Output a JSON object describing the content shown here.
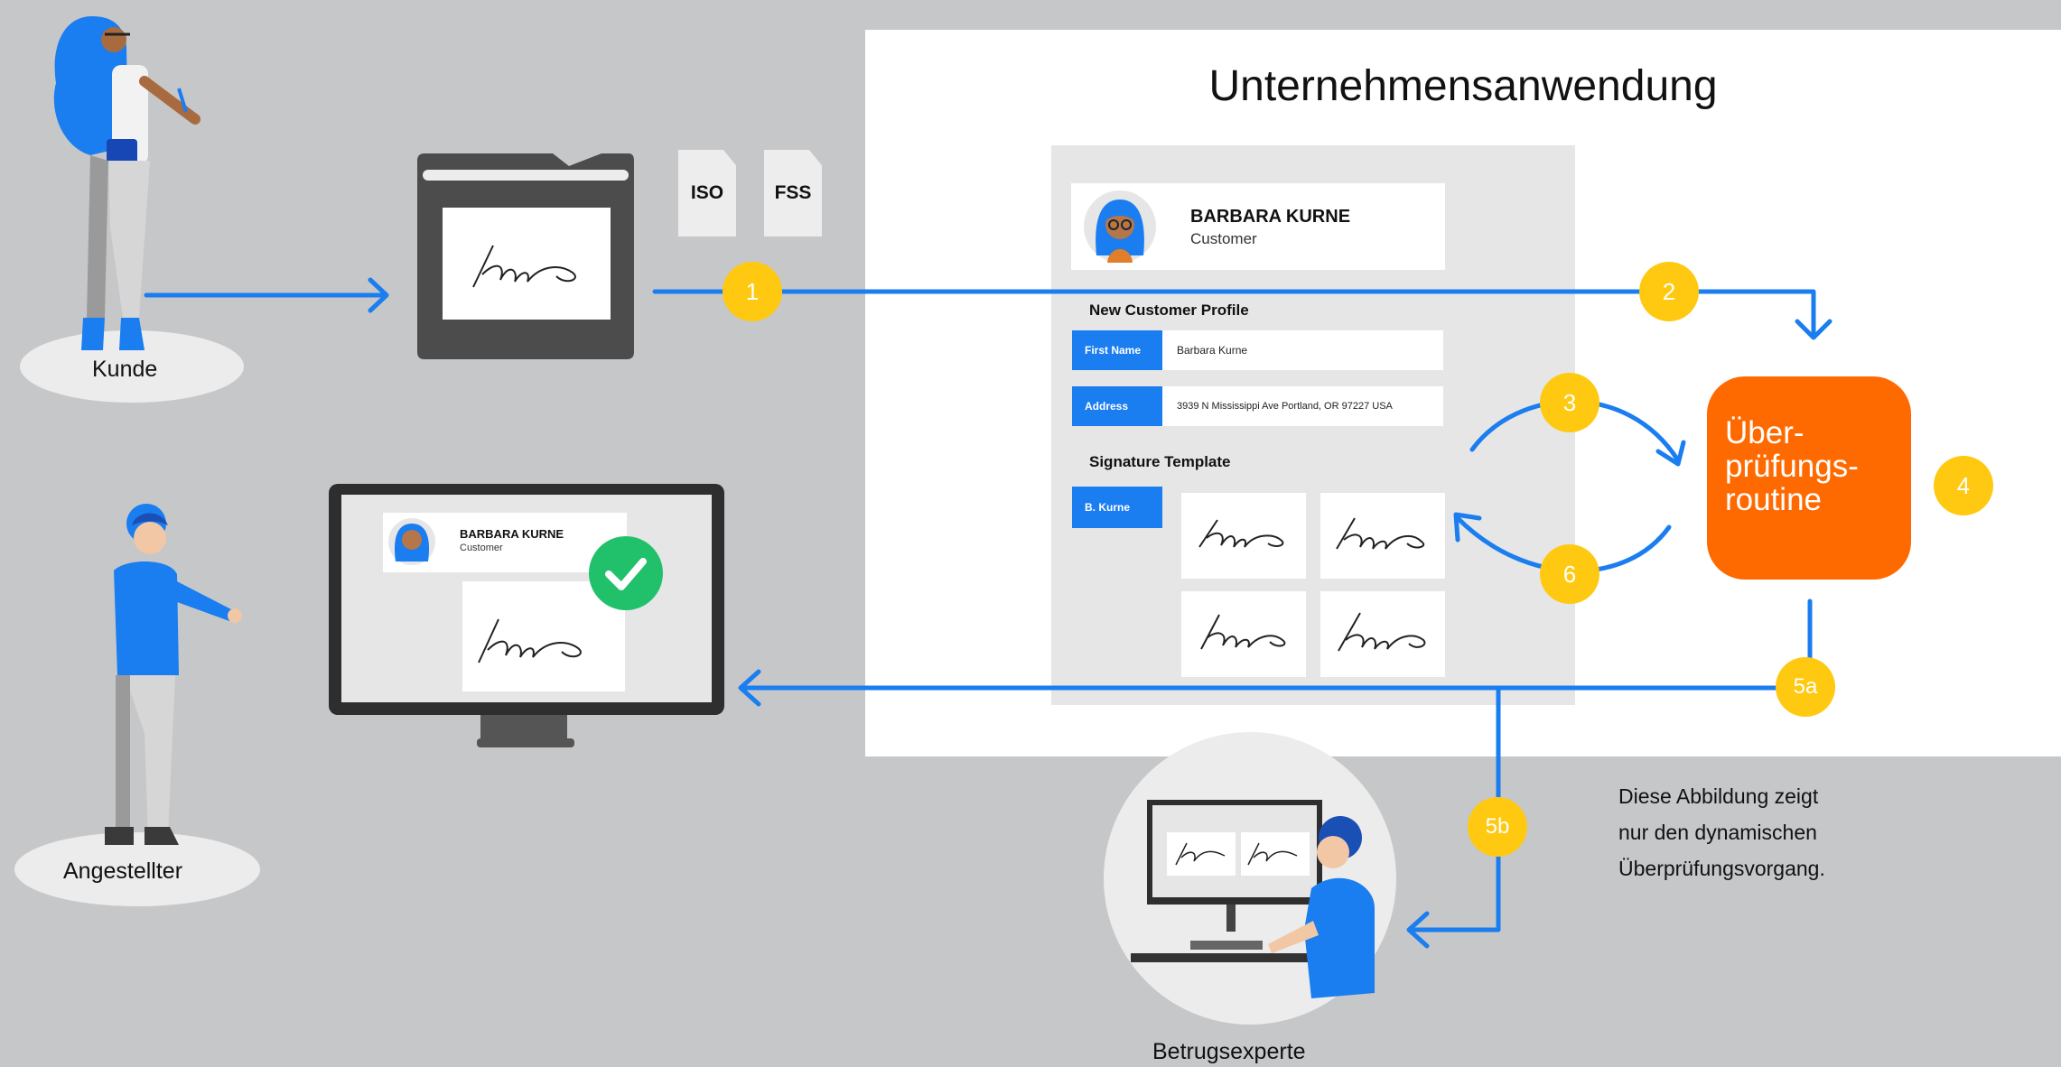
{
  "diagram": {
    "app_title": "Unternehmensanwendung",
    "documents": [
      "ISO",
      "FSS"
    ],
    "customer_label": "Kunde",
    "employee_label": "Angestellter",
    "expert_label": "Betrugsexperte",
    "profile": {
      "name": "BARBARA KURNE",
      "role": "Customer",
      "section_title": "New Customer Profile",
      "first_name_label": "First Name",
      "first_name_value": "Barbara Kurne",
      "address_label": "Address",
      "address_value": "3939 N Mississippi Ave Portland, OR 97227 USA",
      "signature_section_title": "Signature Template",
      "signature_owner": "B. Kurne"
    },
    "routine_lines": [
      "Über-",
      "prüfungs-",
      "routine"
    ],
    "steps": [
      "1",
      "2",
      "3",
      "4",
      "5a",
      "5b",
      "6"
    ],
    "note_lines": [
      "Diese Abbildung zeigt",
      "nur den dynamischen",
      "Überprüfungsvorgang."
    ],
    "colors": {
      "flow": "#1a7df0",
      "badge": "#ffc911",
      "routine": "#ff6a00",
      "check": "#21c16b",
      "background": "#c6c7c9"
    },
    "icons": [
      "person-customer-icon",
      "signature-pad-icon",
      "document-icon",
      "person-employee-icon",
      "monitor-icon",
      "check-icon",
      "fraud-expert-icon",
      "avatar-icon",
      "signature-icon"
    ]
  }
}
